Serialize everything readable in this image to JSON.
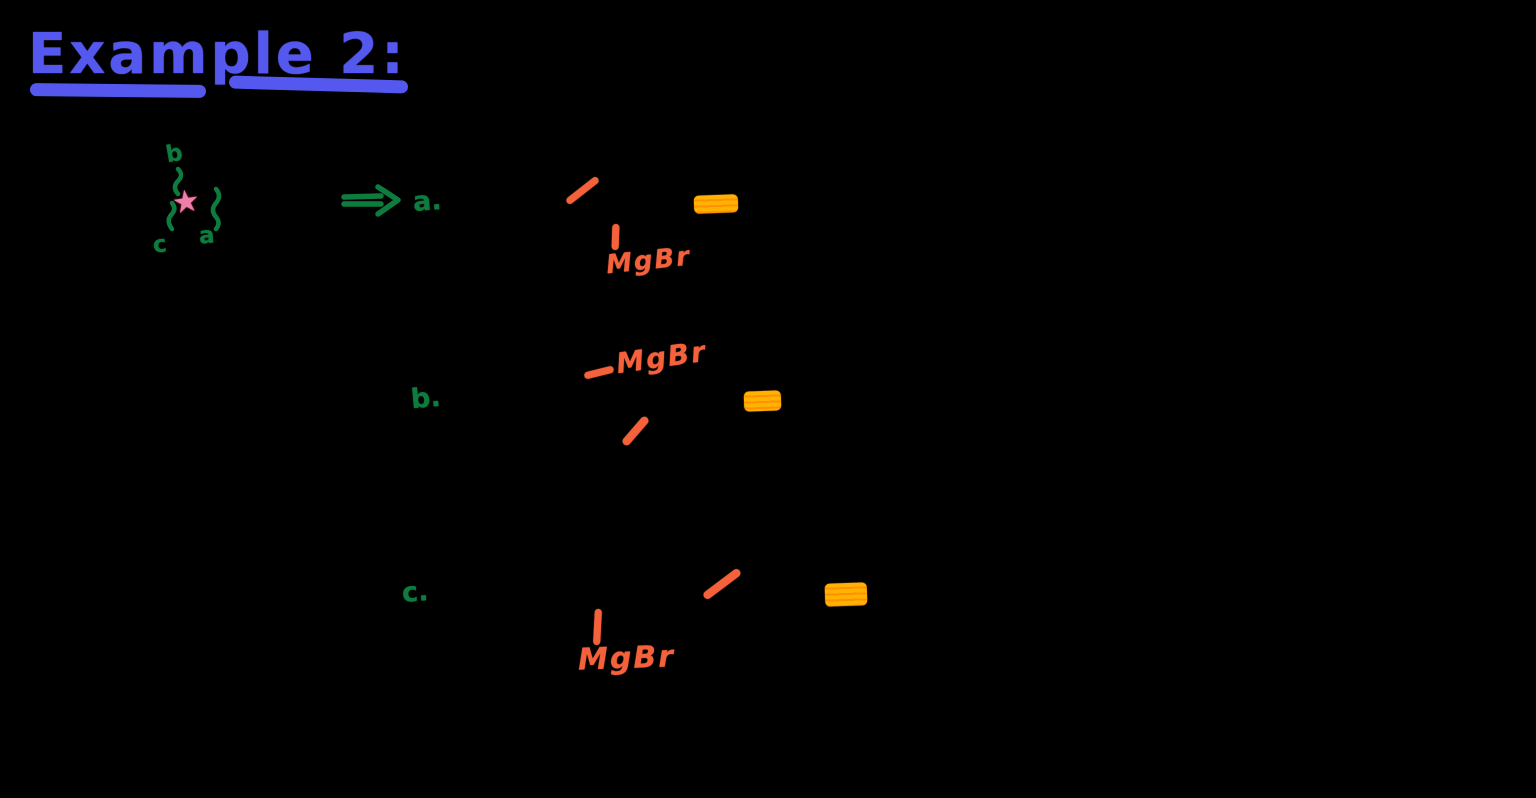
{
  "canvas": {
    "background_color": "#000000"
  },
  "title": {
    "text": "Example 2:",
    "color": "#5558ef"
  },
  "target_molecule": {
    "star_glyph": "★",
    "star_color": "#ee7fa9",
    "ink_color": "#0e7c3e",
    "bond_labels": {
      "top": "b",
      "bottom_left": "c",
      "bottom_right": "a"
    }
  },
  "retro_arrow": {
    "icon": "retrosynthesis-double-arrow",
    "color": "#0e7c3e"
  },
  "options": [
    {
      "label": "a.",
      "reagent": "MgBr"
    },
    {
      "label": "b.",
      "reagent": "MgBr"
    },
    {
      "label": "c.",
      "reagent": "MgBr"
    }
  ],
  "colors": {
    "title_blue": "#5558ef",
    "label_green": "#0e7c3e",
    "reagent_orange": "#f4613a",
    "highlight_yellow": "#ffaa00",
    "star_pink": "#ee7fa9"
  }
}
